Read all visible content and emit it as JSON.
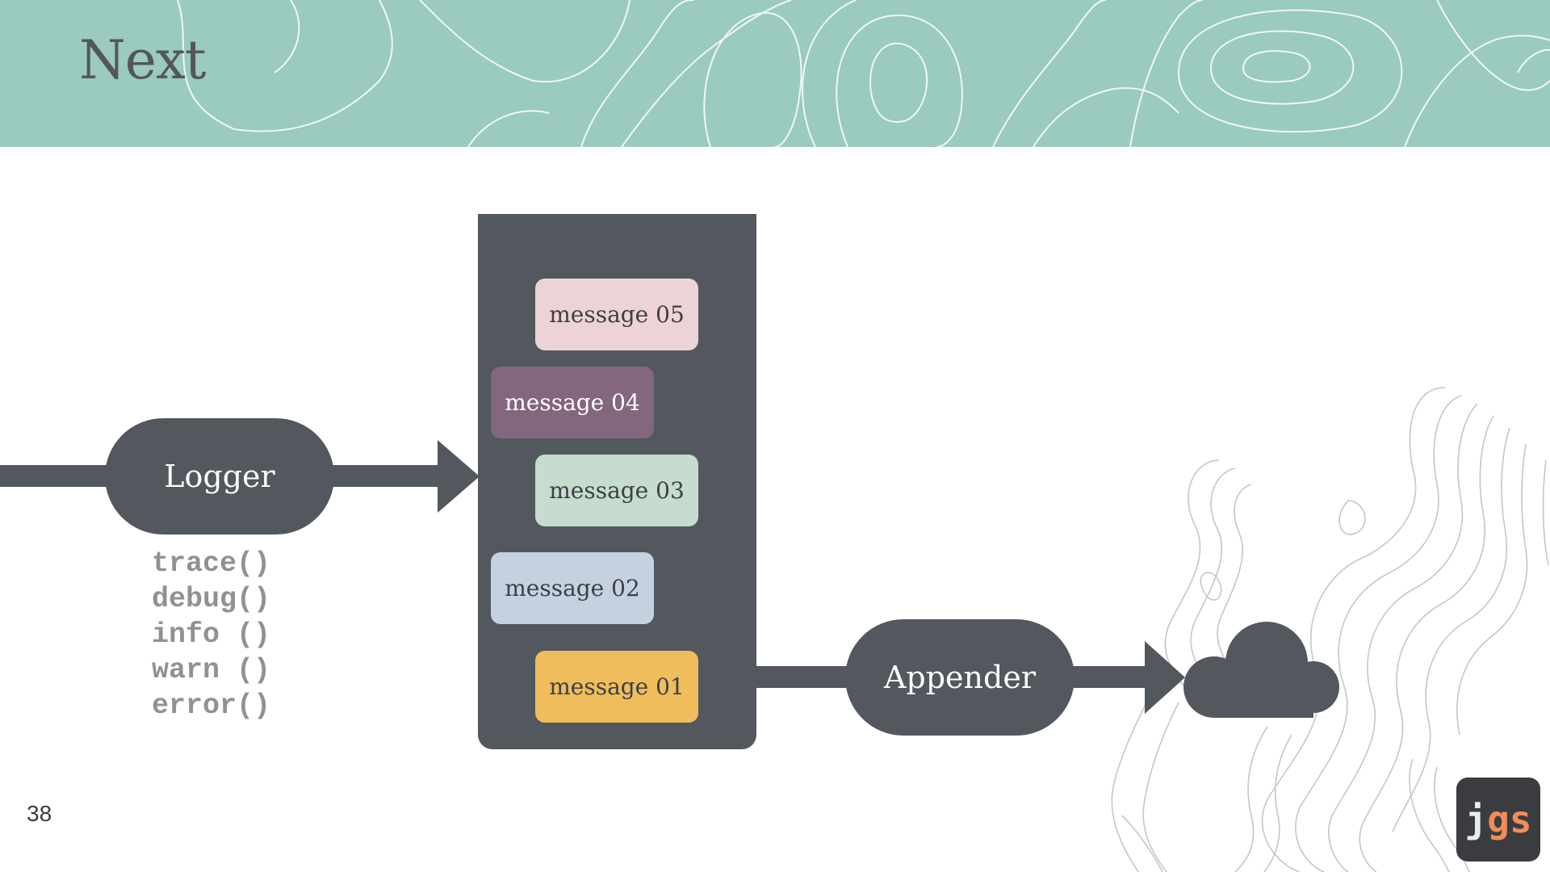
{
  "slide": {
    "title": "Next",
    "page_number": "38"
  },
  "diagram": {
    "logger_label": "Logger",
    "appender_label": "Appender",
    "methods": [
      "trace()",
      "debug()",
      "info ()",
      "warn ()",
      "error()"
    ],
    "messages": [
      {
        "label": "message 05",
        "color": "#edd3d6"
      },
      {
        "label": "message 04",
        "color": "#82677e"
      },
      {
        "label": "message 03",
        "color": "#c5dccf"
      },
      {
        "label": "message 02",
        "color": "#c6d1e0"
      },
      {
        "label": "message 01",
        "color": "#efbd5c"
      }
    ],
    "cloud_icon": "cloud-icon"
  },
  "colors": {
    "header": "#9bcabe",
    "dark": "#53575e",
    "methods_text": "#8f9194"
  },
  "logo": {
    "j": "j",
    "g": "g",
    "s": "s"
  }
}
